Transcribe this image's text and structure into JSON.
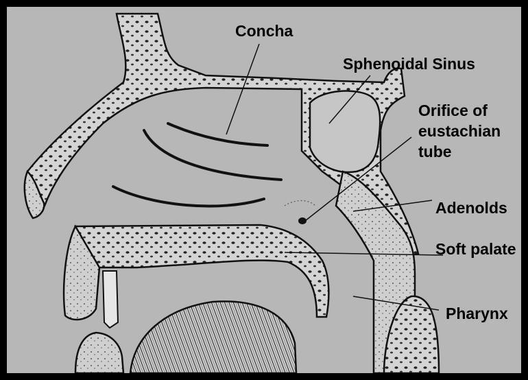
{
  "diagram": {
    "labels": {
      "concha": "Concha",
      "sphenoidal_sinus": "Sphenoidal Sinus",
      "orifice_line1": "Orifice of",
      "orifice_line2": "eustachian",
      "orifice_line3": "tube",
      "adenoids": "Adenolds",
      "soft_palate": "Soft palate",
      "pharynx": "Pharynx"
    }
  },
  "colors": {
    "background": "#b7b7b7",
    "frame": "#000000",
    "tissue": "#d6d6d6",
    "ink": "#111111"
  }
}
